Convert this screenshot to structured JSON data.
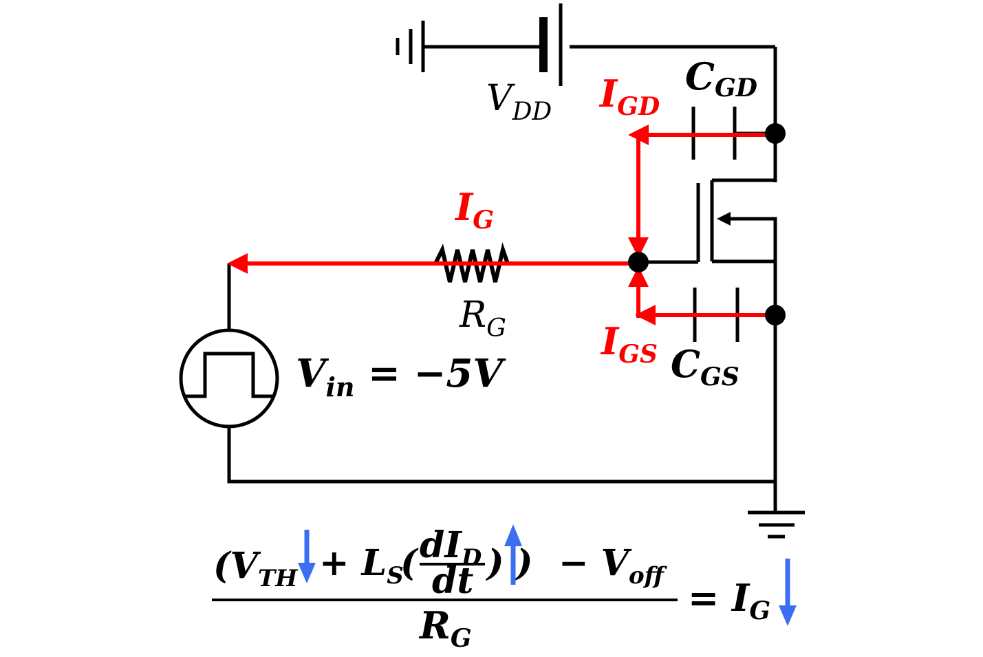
{
  "labels": {
    "vdd_main": "V",
    "vdd_sub": "DD",
    "igd_main": "I",
    "igd_sub": "GD",
    "cgd_main": "C",
    "cgd_sub": "GD",
    "ig_main": "I",
    "ig_sub": "G",
    "rg_main": "R",
    "rg_sub": "G",
    "igs_main": "I",
    "igs_sub": "GS",
    "cgs_main": "C",
    "cgs_sub": "GS",
    "vin_main": "V",
    "vin_sub": "in",
    "vin_rest": " = −5V"
  },
  "equation": {
    "open": "(V",
    "vth_sub": "TH",
    "plus_ls": "+ L",
    "ls_sub": "S",
    "paren_open": "(",
    "dI": "dI",
    "d_sub": "D",
    "dt": "dt",
    "close": ")",
    "close2": ")",
    "minus_v": "− V",
    "voff_sub": "off",
    "denom_main": "R",
    "denom_sub": "G",
    "equals": "= I",
    "rhs_sub": "G"
  },
  "colors": {
    "wire": "#000000",
    "current": "#ff0000",
    "indicator": "#3b6ef0"
  }
}
